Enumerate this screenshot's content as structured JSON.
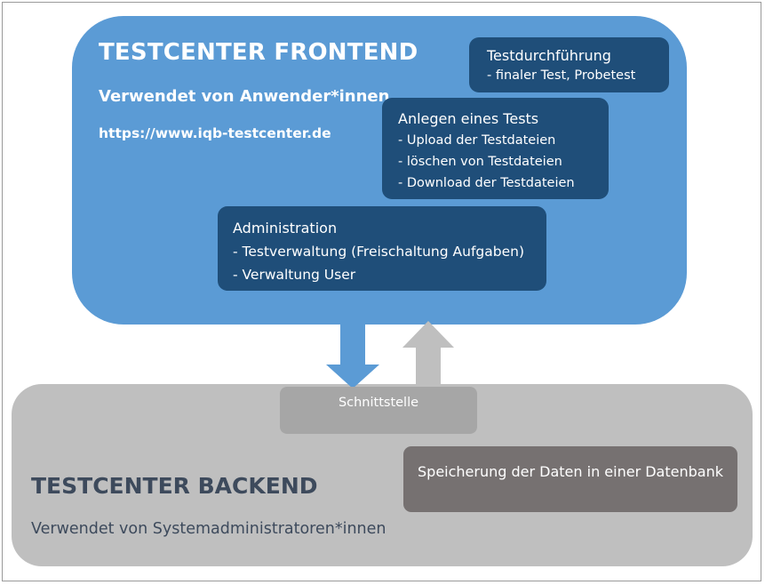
{
  "frontend": {
    "title": "TESTCENTER FRONTEND",
    "subtitle": "Verwendet von Anwender*innen",
    "url": "https://www.iqb-testcenter.de",
    "boxes": [
      {
        "head": "Testdurchführung",
        "items": [
          "- finaler Test, Probetest"
        ]
      },
      {
        "head": "Anlegen eines Tests",
        "items": [
          "- Upload der Testdateien",
          "- löschen von Testdateien",
          "- Download der Testdateien"
        ]
      },
      {
        "head": "Administration",
        "items": [
          "- Testverwaltung (Freischaltung Aufgaben)",
          "- Verwaltung User"
        ]
      }
    ]
  },
  "interface": {
    "label": "Schnittstelle"
  },
  "backend": {
    "title": "TESTCENTER BACKEND",
    "subtitle": "Verwendet von Systemadministratoren*innen",
    "storage": "Speicherung der Daten in einer Datenbank"
  },
  "colors": {
    "frontend": "#5b9bd5",
    "frontend_box": "#1f4e79",
    "backend": "#bfbfbf",
    "interface": "#a6a6a6",
    "storage_box": "#767171",
    "arrow_down": "#5b9bd5",
    "arrow_up": "#bfbfbf"
  }
}
